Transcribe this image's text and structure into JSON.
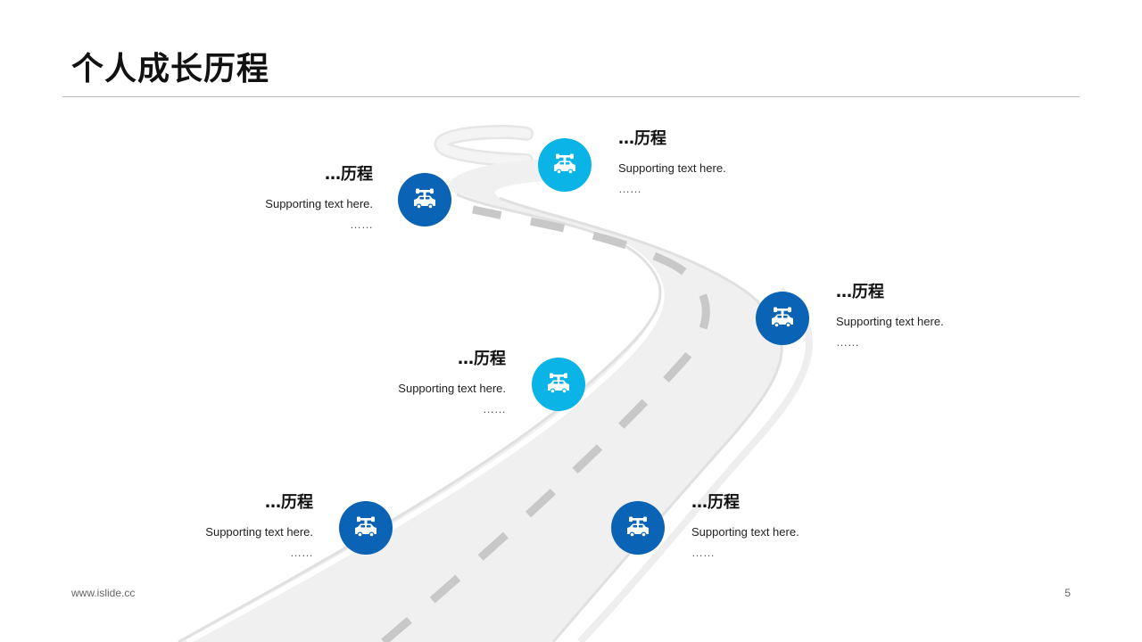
{
  "slide": {
    "title": "个人成长历程",
    "footer_url": "www.islide.cc",
    "page_number": "5"
  },
  "colors": {
    "dark_blue": "#0a63b4",
    "light_blue": "#0ab4e6",
    "road": "#f0f0f0",
    "road_edge": "#e2e2e2",
    "lane_marking": "#cccccc"
  },
  "milestones": [
    {
      "title": "…历程",
      "text": "Supporting  text here.",
      "dots": "……",
      "icon": "car-repair-icon",
      "color": "dark_blue"
    },
    {
      "title": "…历程",
      "text": "Supporting  text here.",
      "dots": "……",
      "icon": "car-repair-icon",
      "color": "light_blue"
    },
    {
      "title": "…历程",
      "text": "Supporting  text here.",
      "dots": "……",
      "icon": "car-repair-icon",
      "color": "dark_blue"
    },
    {
      "title": "…历程",
      "text": "Supporting  text here.",
      "dots": "……",
      "icon": "car-repair-icon",
      "color": "light_blue"
    },
    {
      "title": "…历程",
      "text": "Supporting  text here.",
      "dots": "……",
      "icon": "car-repair-icon",
      "color": "dark_blue"
    },
    {
      "title": "…历程",
      "text": "Supporting  text here.",
      "dots": "……",
      "icon": "car-repair-icon",
      "color": "dark_blue"
    }
  ]
}
